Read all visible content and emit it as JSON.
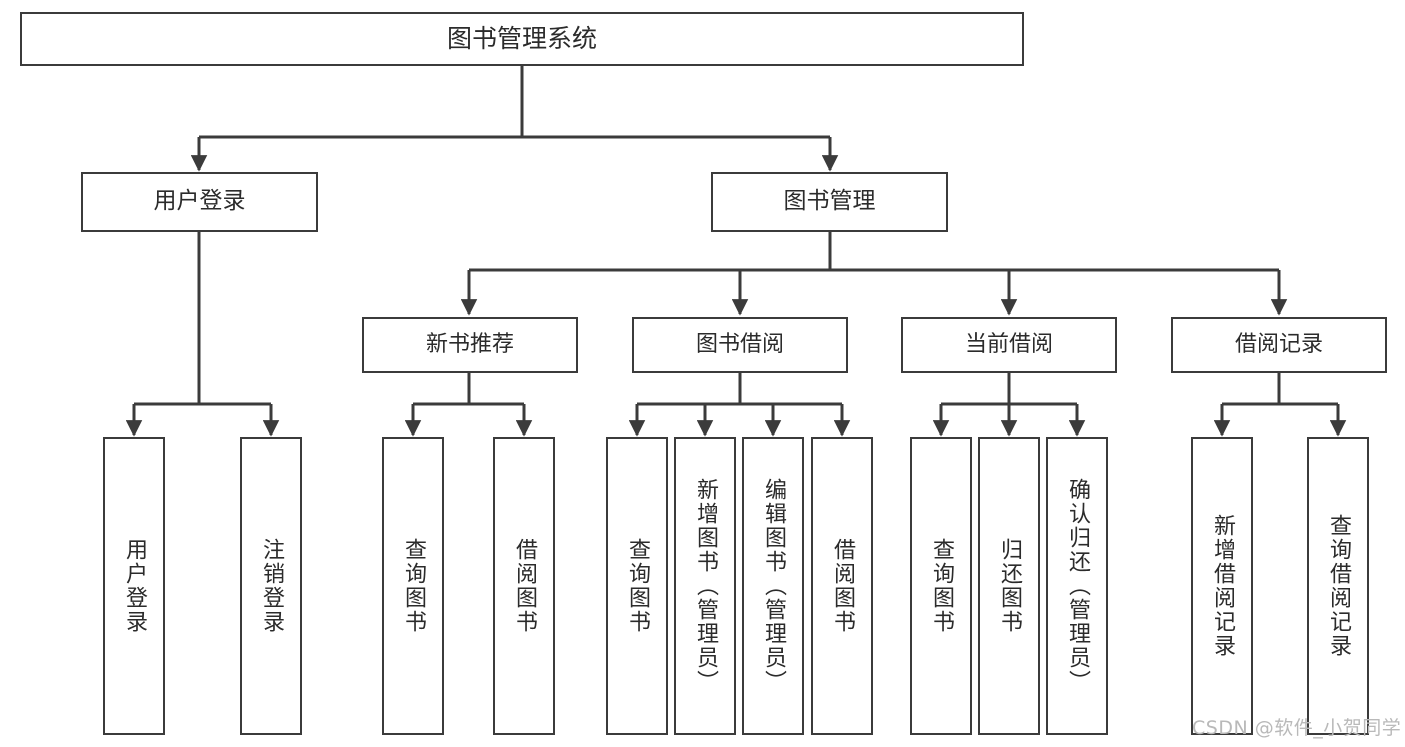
{
  "diagram": {
    "title": "图书管理系统",
    "type": "tree-hierarchy",
    "orientation": "top-down",
    "stroke_color": "#3b3b3b",
    "text_color": "#2b2b2b",
    "background_color": "#ffffff",
    "watermark": "CSDN @软件_小贺同学",
    "watermark_color": "#b9b9b9"
  },
  "nodes": {
    "root": {
      "label": "图书管理系统"
    },
    "level1": [
      {
        "id": "user-login",
        "label": "用户登录"
      },
      {
        "id": "book-manage",
        "label": "图书管理"
      }
    ],
    "level2": [
      {
        "id": "new-book-recommend",
        "label": "新书推荐"
      },
      {
        "id": "book-borrow",
        "label": "图书借阅"
      },
      {
        "id": "current-borrow",
        "label": "当前借阅"
      },
      {
        "id": "borrow-record",
        "label": "借阅记录"
      }
    ],
    "leaves": {
      "user-login": [
        {
          "id": "leaf-user-login",
          "label": "用户登录"
        },
        {
          "id": "leaf-logout",
          "label": "注销登录"
        }
      ],
      "new-book-recommend": [
        {
          "id": "leaf-query-book-1",
          "label": "查询图书"
        },
        {
          "id": "leaf-borrow-book-1",
          "label": "借阅图书"
        }
      ],
      "book-borrow": [
        {
          "id": "leaf-query-book-2",
          "label": "查询图书"
        },
        {
          "id": "leaf-add-book",
          "label": "新增图书（管理员）"
        },
        {
          "id": "leaf-edit-book",
          "label": "编辑图书（管理员）"
        },
        {
          "id": "leaf-borrow-book-2",
          "label": "借阅图书"
        }
      ],
      "current-borrow": [
        {
          "id": "leaf-query-book-3",
          "label": "查询图书"
        },
        {
          "id": "leaf-return-book",
          "label": "归还图书"
        },
        {
          "id": "leaf-confirm-return",
          "label": "确认归还（管理员）"
        }
      ],
      "borrow-record": [
        {
          "id": "leaf-add-record",
          "label": "新增借阅记录"
        },
        {
          "id": "leaf-query-record",
          "label": "查询借阅记录"
        }
      ]
    }
  }
}
